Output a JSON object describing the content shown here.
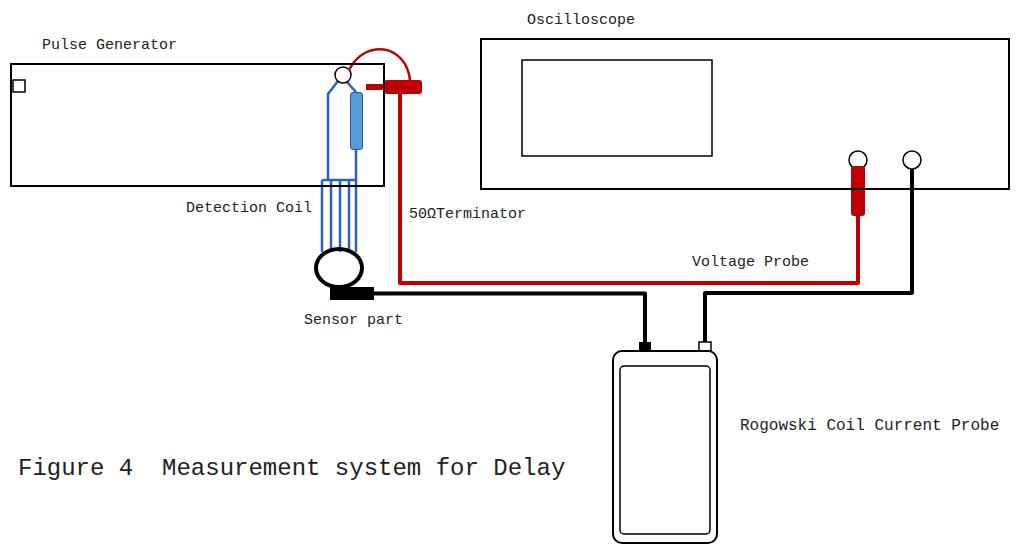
{
  "diagram": {
    "caption": "Figure 4  Measurement system for Delay",
    "nodes": [
      {
        "text": [
          "Pulse Generator"
        ]
      },
      {
        "text": [
          "Oscilloscope"
        ]
      },
      {
        "text": [
          "50ΩTerminator"
        ]
      },
      {
        "text": [
          "Sensor part"
        ]
      },
      {
        "text": [
          "Rogowski Coil Current Probe"
        ]
      }
    ],
    "edges": [
      {
        "from": 0,
        "to": 1,
        "arrow": "none",
        "label": "Voltage Probe"
      },
      {
        "from": 3,
        "to": 4,
        "arrow": "none"
      },
      {
        "from": 4,
        "to": 1,
        "arrow": "none"
      }
    ],
    "labels": [
      "Detection Coil"
    ]
  }
}
